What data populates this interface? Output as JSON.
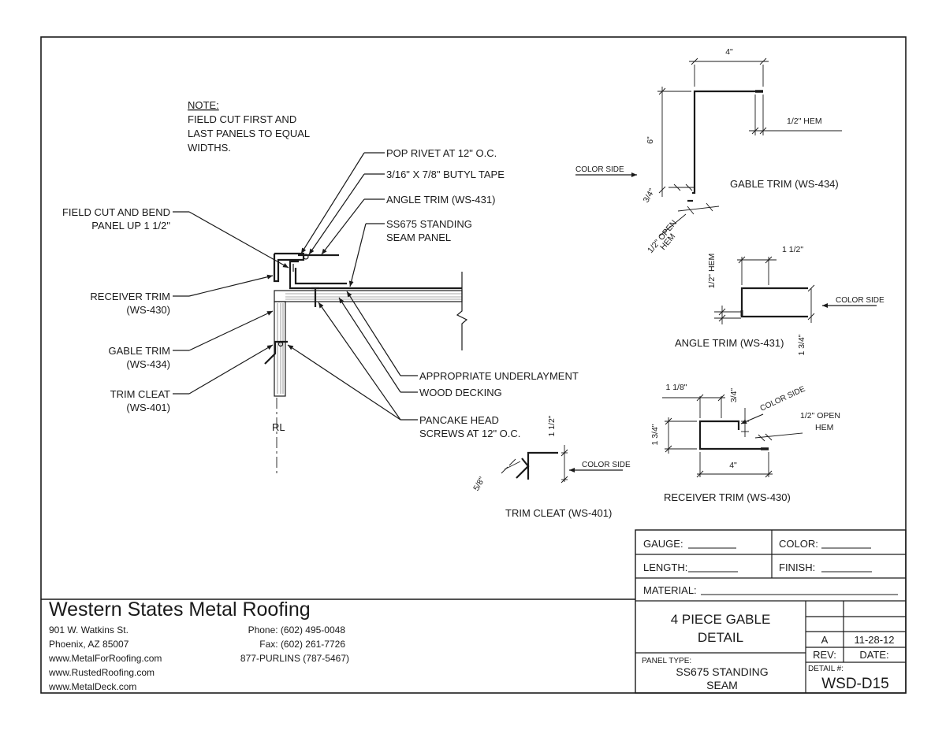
{
  "note": {
    "title": "NOTE:",
    "lines": [
      "FIELD CUT FIRST AND",
      "LAST PANELS TO EQUAL",
      "WIDTHS."
    ]
  },
  "callouts": {
    "pop_rivet": "POP RIVET AT 12\" O.C.",
    "butyl_tape": "3/16\" X 7/8\" BUTYL TAPE",
    "angle_trim": "ANGLE TRIM (WS-431)",
    "ss675_line1": "SS675 STANDING",
    "ss675_line2": "SEAM PANEL",
    "field_cut_line1": "FIELD CUT AND BEND",
    "field_cut_line2": "PANEL UP 1 1/2\"",
    "receiver_line1": "RECEIVER TRIM",
    "receiver_line2": "(WS-430)",
    "gable_line1": "GABLE TRIM",
    "gable_line2": "(WS-434)",
    "cleat_line1": "TRIM CLEAT",
    "cleat_line2": "(WS-401)",
    "underlayment": "APPROPRIATE UNDERLAYMENT",
    "decking": "WOOD DECKING",
    "screws_line1": "PANCAKE HEAD",
    "screws_line2": "SCREWS AT 12\" O.C.",
    "centerline": "RL"
  },
  "gable_trim_detail": {
    "title": "GABLE TRIM (WS-434)",
    "dim_top": "4\"",
    "dim_height": "6\"",
    "dim_bottom": "3/4\"",
    "hem": "1/2\" HEM",
    "open_hem_line1": "1/2\" OPEN",
    "open_hem_line2": "HEM",
    "color_side": "COLOR SIDE"
  },
  "angle_trim_detail": {
    "title": "ANGLE TRIM (WS-431)",
    "dim_top": "1 1/2\"",
    "dim_left": "1/2\" HEM",
    "dim_right": "1 3/4\"",
    "color_side": "COLOR SIDE"
  },
  "receiver_trim_detail": {
    "title": "RECEIVER TRIM (WS-430)",
    "dim_top": "1 1/8\"",
    "dim_small": "3/4\"",
    "dim_left": "1 3/4\"",
    "dim_bottom": "4\"",
    "open_hem_line1": "1/2\" OPEN",
    "open_hem_line2": "HEM",
    "color_side": "COLOR SIDE"
  },
  "trim_cleat_detail": {
    "title": "TRIM CLEAT (WS-401)",
    "dim_height": "1 1/2\"",
    "dim_small": "5/8\"",
    "color_side": "COLOR SIDE"
  },
  "company": {
    "name": "Western States Metal Roofing",
    "address1": "901 W. Watkins St.",
    "address2": "Phoenix, AZ 85007",
    "web1": "www.MetalForRoofing.com",
    "web2": "www.RustedRoofing.com",
    "web3": "www.MetalDeck.com",
    "phone": "Phone: (602) 495-0048",
    "fax": "Fax: (602) 261-7726",
    "tollfree": "877-PURLINS (787-5467)"
  },
  "title_block": {
    "gauge": "GAUGE:",
    "color": "COLOR:",
    "length": "LENGTH:",
    "finish": "FINISH:",
    "material": "MATERIAL:",
    "detail_title_line1": "4 PIECE GABLE",
    "detail_title_line2": "DETAIL",
    "rev_value": "A",
    "date_value": "11-28-12",
    "rev_label": "REV:",
    "date_label": "DATE:",
    "panel_type_label": "PANEL TYPE:",
    "panel_type_line1": "SS675 STANDING",
    "panel_type_line2": "SEAM",
    "detail_no_label": "DETAIL #:",
    "detail_no": "WSD-D15"
  }
}
